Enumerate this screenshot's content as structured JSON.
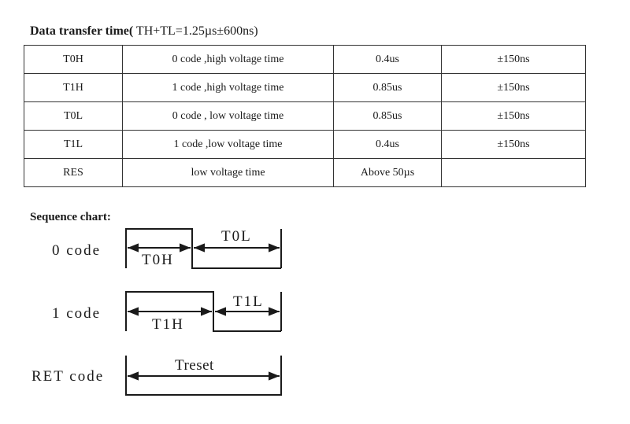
{
  "title": {
    "bold": "Data transfer time(",
    "rest": " TH+TL=1.25µs±600ns)"
  },
  "table": {
    "rows": [
      [
        "T0H",
        "0 code ,high voltage time",
        "0.4us",
        "±150ns"
      ],
      [
        "T1H",
        "1 code ,high voltage time",
        "0.85us",
        "±150ns"
      ],
      [
        "T0L",
        "0 code , low voltage time",
        "0.85us",
        "±150ns"
      ],
      [
        "T1L",
        "1 code ,low voltage time",
        "0.4us",
        "±150ns"
      ],
      [
        "RES",
        "low voltage time",
        "Above 50µs",
        ""
      ]
    ]
  },
  "sequence": {
    "title": "Sequence chart:",
    "codes": [
      {
        "name": "0 code",
        "high": "T0H",
        "low": "T0L"
      },
      {
        "name": "1 code",
        "high": "T1H",
        "low": "T1L"
      },
      {
        "name": "RET code",
        "reset": "Treset"
      }
    ]
  }
}
